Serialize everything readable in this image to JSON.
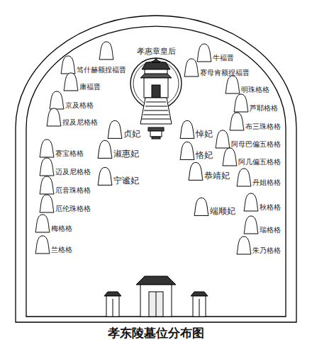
{
  "diagram": {
    "caption": "孝东陵墓位分布图",
    "labels": [
      "孝惠章皇后",
      "牛福晋",
      "笃什赫额捏福晋",
      "赛母肯额捏福晋",
      "康福晋",
      "明珠格格",
      "京及格格",
      "芦耶格格",
      "捏及尼格格",
      "布三珠格格",
      "贞妃",
      "悼妃",
      "阿母巴偏五格格",
      "淑惠妃",
      "恪妃",
      "赛宝格格",
      "阿几偏五格格",
      "迈及尼格格",
      "恭靖妃",
      "宁谧妃",
      "丹姐格格",
      "厄音珠格格",
      "秋格格",
      "厄伦珠格格",
      "端顺妃",
      "梅格格",
      "瑞格格",
      "兰格格",
      "朱乃格格"
    ]
  }
}
